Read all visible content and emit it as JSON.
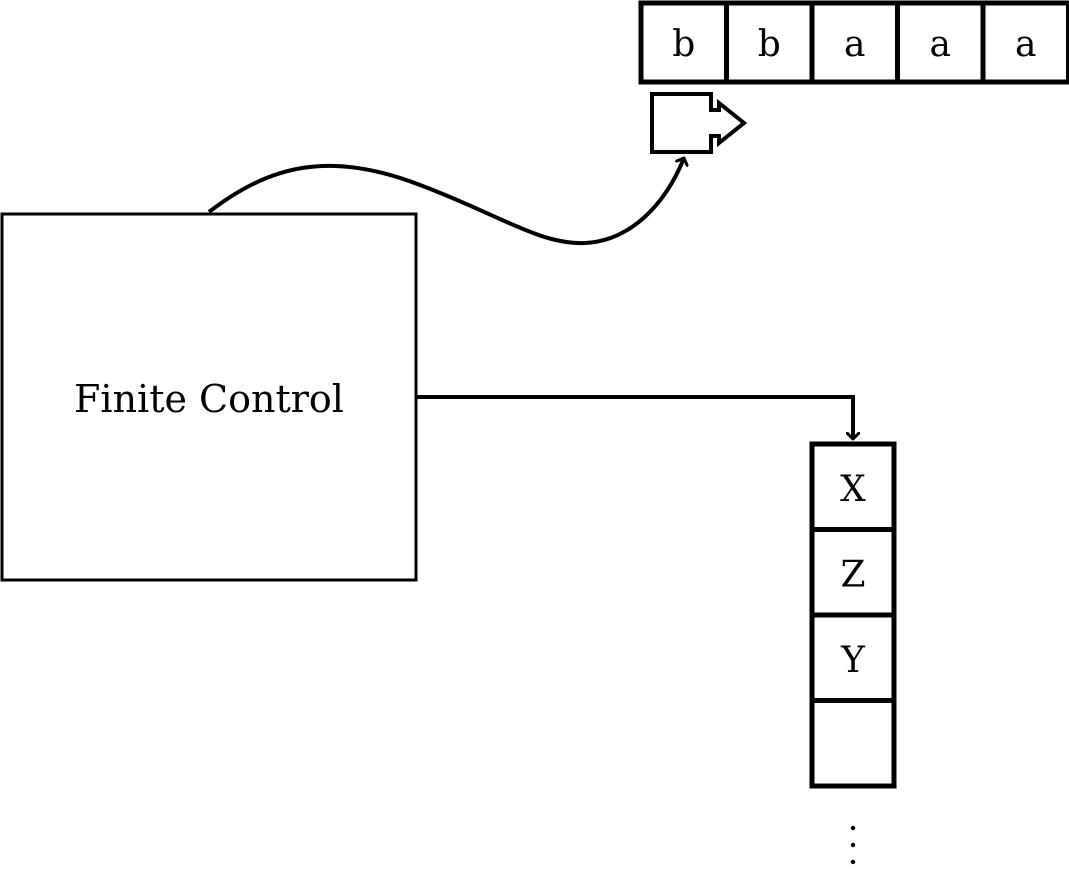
{
  "diagram": {
    "title": "Pushdown Automaton",
    "finite_control": {
      "label": "Finite Control"
    },
    "input_tape": {
      "cells": [
        "b",
        "b",
        "a",
        "a",
        "a"
      ],
      "head_position": 0
    },
    "stack": {
      "cells": [
        "X",
        "Z",
        "Y",
        ""
      ],
      "continuation": "⋮"
    },
    "colors": {
      "stroke": "#000000",
      "background": "#ffffff"
    }
  }
}
